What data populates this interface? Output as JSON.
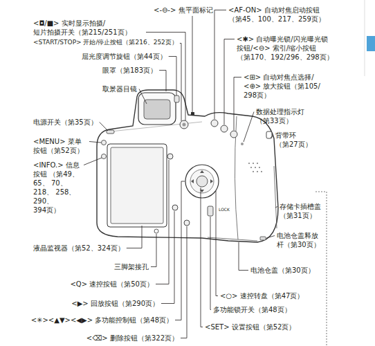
{
  "diagram": {
    "labels": [
      "<-⊖-> 焦平面标记",
      "<◘/■> 实时显示拍摄/ 短片拍摄开关（第215/251页）",
      "<START/STOP> 开始/停止按钮（第216、252页）",
      "屈光度调节旋钮（第44页）",
      "眼罩（第183页）",
      "取景器目镜",
      "电源开关（第35页）",
      "<MENU> 菜单 按钮（第52页）",
      "<INFO.> 信息 按钮 （第49、65、 70、218、 258、290、 394页）",
      "液晶监视器（第52、324页）",
      "三脚架接孔",
      "<Q> 速控按钮（第50页）",
      "<▶> 回放按钮（第290页）",
      "<✳><▲▼><◀▶> 多功能控制钮（第48页）",
      "<⌫> 删除按钮（第322页）",
      "<AF-ON> 自动对焦启动按钮 （第45、100、217、259页）",
      "<✱> 自动曝光锁/闪光曝光锁 按钮/<⊖> 索引/缩小按钮 （第170、192/296、298页）",
      "<⊞> 自动对焦点选择/ <⊕> 放大按钮（第105/ 298页）",
      "数据处理指示灯 （第33页）",
      "背带环 （第27页）",
      "存储卡插槽盖 （第31页）",
      "电池仓盖释放 杆（第30页）",
      "电池仓盖（第30页）",
      "<○> 速控转盘（第47页）",
      "多功能锁开关（第48页）",
      "<SET> 设置按钮（第52页）",
      "LOCK"
    ]
  }
}
